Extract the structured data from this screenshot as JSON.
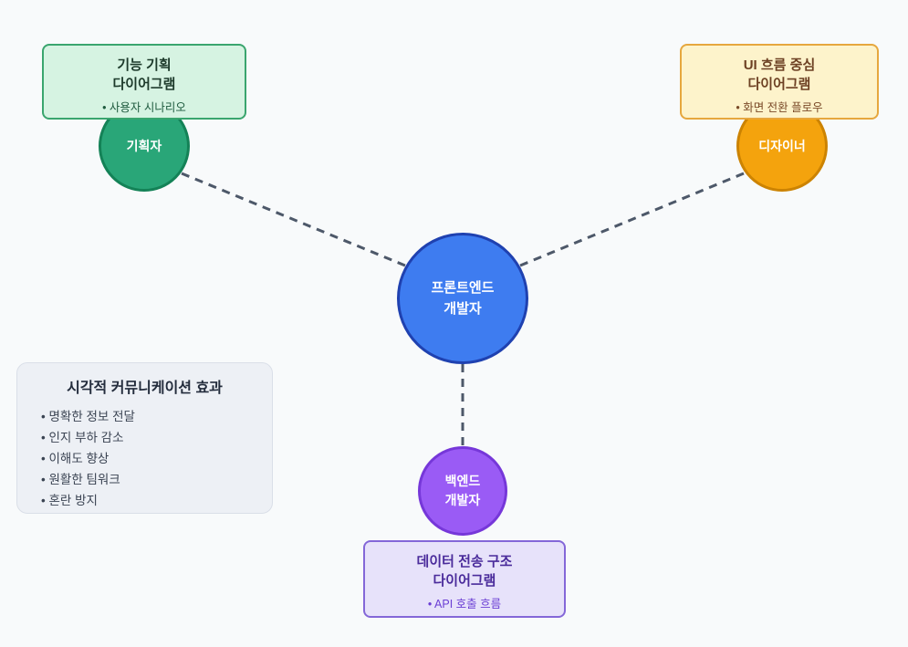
{
  "diagram": {
    "background": "#f8fafb",
    "edge_color": "#4d5869"
  },
  "nodes": {
    "frontend": {
      "label": "프론트엔드\n개발자",
      "fill": "#3e7cf0",
      "border": "#1f41b0",
      "text_color": "#ffffff"
    },
    "planner": {
      "label": "기획자",
      "fill": "#29a678",
      "border": "#148257",
      "text_color": "#ffffff"
    },
    "designer": {
      "label": "디자이너",
      "fill": "#f4a30d",
      "border": "#cc8302",
      "text_color": "#ffffff"
    },
    "backend": {
      "label": "백엔드\n개발자",
      "fill": "#9a5bf5",
      "border": "#7637d9",
      "text_color": "#ffffff"
    }
  },
  "callouts": {
    "planner": {
      "title": "기능 기획\n다이어그램",
      "bullet": "• 사용자 시나리오",
      "bg": "#d6f3e2",
      "border": "#3aa56e",
      "title_color": "#1d3a2b",
      "bullet_color": "#1e5a3e"
    },
    "designer": {
      "title": "UI 흐름 중심\n다이어그램",
      "bullet": "• 화면 전환 플로우",
      "bg": "#fdf3cb",
      "border": "#e6a73e",
      "title_color": "#6d4123",
      "bullet_color": "#7a4a28"
    },
    "backend": {
      "title": "데이터 전송 구조\n다이어그램",
      "bullet": "• API 호출 흐름",
      "bg": "#e7e2fa",
      "border": "#8467d8",
      "title_color": "#4a2b9b",
      "bullet_color": "#6b3fd4"
    }
  },
  "effects_panel": {
    "title": "시각적 커뮤니케이션 효과",
    "items": [
      "• 명확한 정보 전달",
      "• 인지 부하 감소",
      "• 이해도 향상",
      "• 원활한 팀워크",
      "• 혼란 방지"
    ],
    "bg": "#edf0f5",
    "border": "#dadfe8",
    "title_color": "#232c3c",
    "item_color": "#3a4352"
  }
}
